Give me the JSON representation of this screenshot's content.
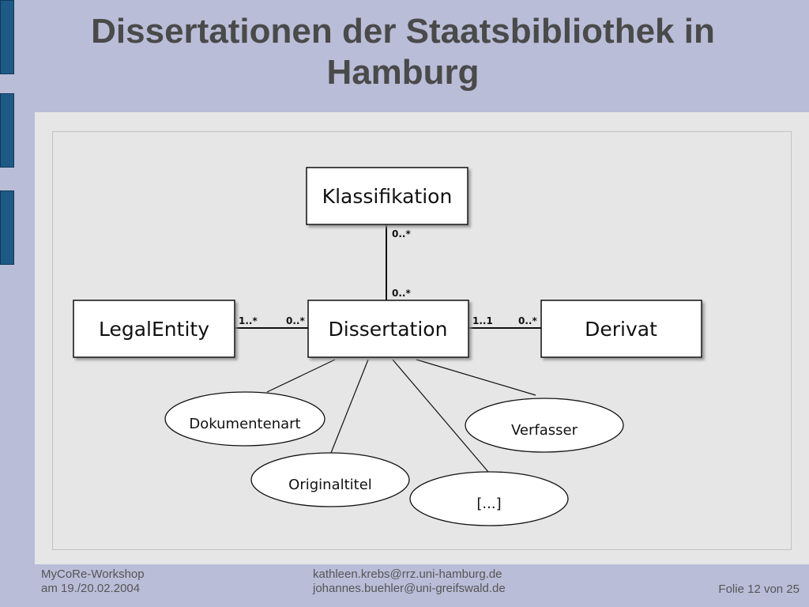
{
  "header": {
    "title_line1": "Dissertationen der Staatsbibliothek in",
    "title_line2": "Hamburg"
  },
  "diagram": {
    "entities": {
      "klassifikation": "Klassifikation",
      "legal_entity": "LegalEntity",
      "dissertation": "Dissertation",
      "derivat": "Derivat"
    },
    "multiplicities": {
      "klass_end": "0..*",
      "diss_top_end": "0..*",
      "legal_end": "1..*",
      "diss_left_end": "0..*",
      "diss_right_end": "1..1",
      "derivat_end": "0..*"
    },
    "attributes": {
      "dokumentenart": "Dokumentenart",
      "verfasser": "Verfasser",
      "originaltitel": "Originaltitel",
      "more": "[...]"
    }
  },
  "footer": {
    "event_line1": "MyCoRe-Workshop",
    "event_line2": "am 19./20.02.2004",
    "email1": "kathleen.krebs@rrz.uni-hamburg.de",
    "email2": "johannes.buehler@uni-greifswald.de",
    "slide_number": "Folie 12 von 25"
  }
}
